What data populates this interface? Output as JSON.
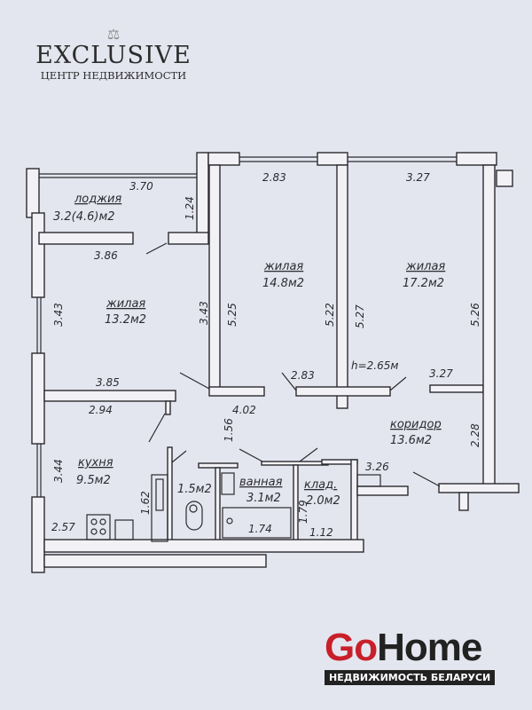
{
  "logo_top": {
    "name": "EXCLUSIVE",
    "tagline": "ЦЕНТР НЕДВИЖИМОСТИ"
  },
  "logo_bottom": {
    "go": "Go",
    "home": "Home",
    "tagline": "НЕДВИЖИМОСТЬ БЕЛАРУСИ",
    "go_color": "#c8202a"
  },
  "rooms": {
    "loggia": {
      "name": "лоджия",
      "area": "3.2(4.6)м2"
    },
    "living1": {
      "name": "жилая",
      "area": "13.2м2"
    },
    "living2": {
      "name": "жилая",
      "area": "14.8м2"
    },
    "living3": {
      "name": "жилая",
      "area": "17.2м2"
    },
    "kitchen": {
      "name": "кухня",
      "area": "9.5м2"
    },
    "wc": {
      "area": "1.5м2"
    },
    "bath": {
      "name": "ванная",
      "area": "3.1м2"
    },
    "storage": {
      "name": "клад.",
      "area": "2.0м2"
    },
    "corridor": {
      "name": "коридор",
      "area": "13.6м2"
    }
  },
  "ceiling_height": "h=2.65м",
  "dims": {
    "loggia_len": "3.70",
    "loggia_w": "1.24",
    "r1_top": "3.86",
    "r1_left": "3.43",
    "r1_right": "3.43",
    "r1_bottom": "3.85",
    "r2_top": "2.83",
    "r2_left": "5.25",
    "r2_right": "5.22",
    "r2_bottom": "2.83",
    "r3_top": "3.27",
    "r3_left": "5.27",
    "r3_right": "5.26",
    "r3_bottom": "3.27",
    "kitchen_top": "2.94",
    "kitchen_left": "3.44",
    "kitchen_bottom": "2.57",
    "kitchen_right": "1.62",
    "hall_w": "4.02",
    "hall_h": "1.56",
    "corr_h": "2.28",
    "corr_w": "3.26",
    "bath_len": "1.74",
    "store_h": "1.79",
    "store_w": "1.12"
  }
}
